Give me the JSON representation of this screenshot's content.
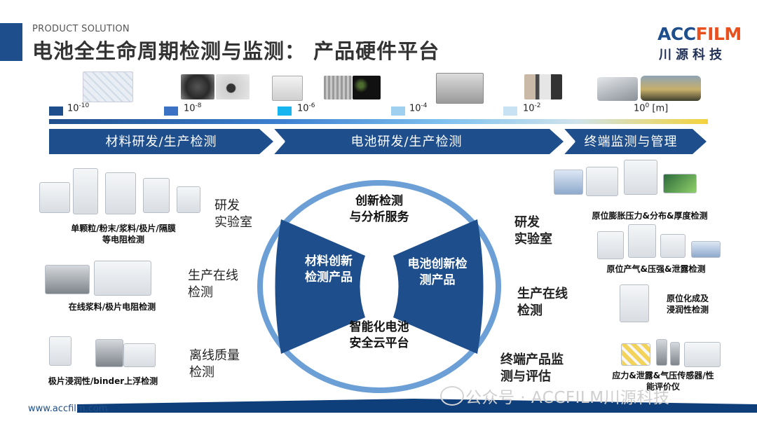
{
  "header": {
    "subtitle": "PRODUCT SOLUTION",
    "title": "电池全生命周期检测与监测： 产品硬件平台"
  },
  "logo": {
    "brand_a": "ACC",
    "brand_b": "FILM",
    "cn": "川源科技"
  },
  "scale": {
    "ticks": [
      {
        "base": "10",
        "exp": "-10"
      },
      {
        "base": "10",
        "exp": "-8"
      },
      {
        "base": "10",
        "exp": "-6"
      },
      {
        "base": "10",
        "exp": "-4"
      },
      {
        "base": "10",
        "exp": "-2"
      },
      {
        "base": "10",
        "exp": "0",
        "unit": " [m]"
      }
    ],
    "colors": [
      "#1f4e8c",
      "#3c72c4",
      "#17b5f0",
      "#9fd0f0",
      "#c9e2f3",
      "#ffffff"
    ]
  },
  "bands": {
    "b1": "材料研发/生产检测",
    "b2": "电池研发/生产检测",
    "b3": "终端监测与管理"
  },
  "left": {
    "lab": "研发\n实验室",
    "lab_caption": "单颗粒/粉末/浆料/极片/隔膜\n等电阻检测",
    "online": "生产在线\n检测",
    "online_caption": "在线浆料/极片电阻检测",
    "offline": "离线质量\n检测",
    "offline_caption": "极片浸润性/binder上浮检测"
  },
  "ring": {
    "top": "创新检测\n与分析服务",
    "left": "材料创新\n检测产品",
    "right": "电池创新检\n测产品",
    "bottom": "智能化电池\n安全云平台"
  },
  "right": {
    "lab": "研发\n实验室",
    "online": "生产在线\n检测",
    "terminal": "终端产品监\n测与评估",
    "cap1": "原位膨胀压力&分布&厚度检测",
    "cap2": "原位产气&压强&泄露检测",
    "cap3": "原位化成及\n浸润性检测",
    "cap4": "应力&泄露&气压传感器/性\n能评价仪"
  },
  "footer": {
    "url": "www.accfilm.com",
    "watermark": "公众号 · ACCFILM川源科技"
  },
  "colors": {
    "primary": "#1f4e8c",
    "ring": "#6b9fd6",
    "accent": "#e8501e"
  }
}
